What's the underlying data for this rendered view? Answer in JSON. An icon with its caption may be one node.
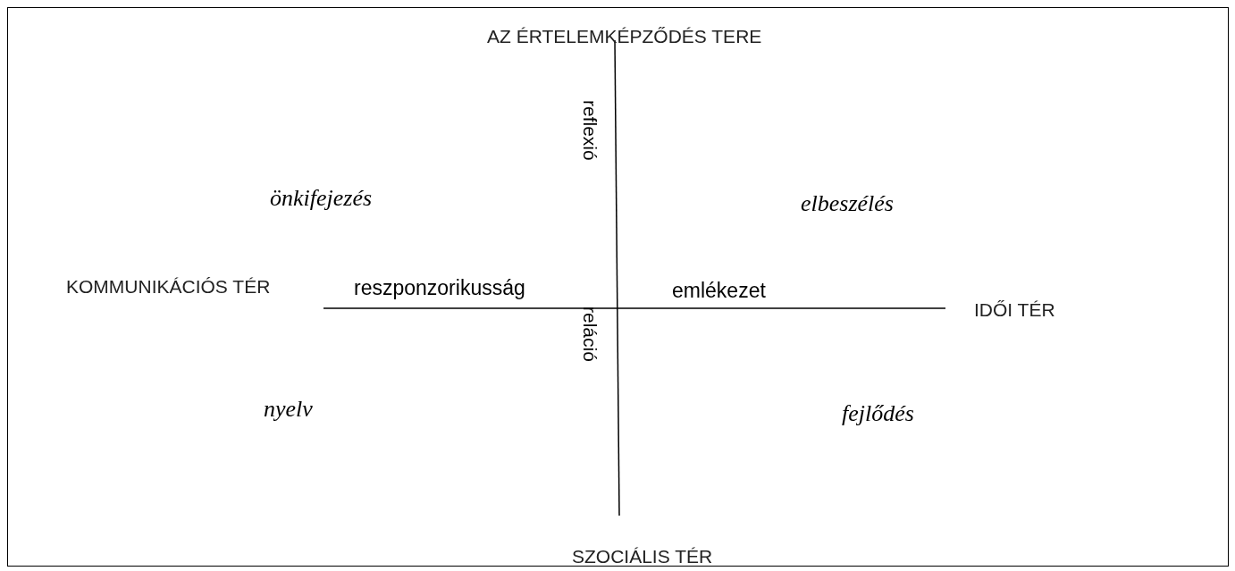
{
  "diagram": {
    "labels": [
      "AZ ÉRTELEMKÉPZŐDÉS TERE",
      "reflexió",
      "önkifejezés",
      "elbeszélés",
      "KOMMUNIKÁCIÓS TÉR",
      "reszponzorikusság",
      "emlékezet",
      "IDŐI TÉR",
      "reláció",
      "nyelv",
      "fejlődés",
      "SZOCIÁLIS TÉR"
    ]
  }
}
